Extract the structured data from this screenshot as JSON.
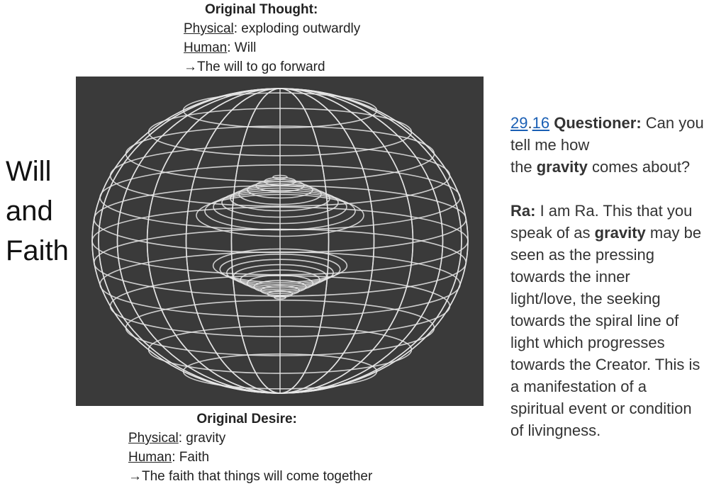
{
  "top_caption": {
    "title": "Original Thought:",
    "physical_label": "Physical",
    "physical_text": ": exploding outwardly",
    "human_label": "Human",
    "human_text": ": Will",
    "arrow": "→",
    "line3": "The will to go forward"
  },
  "bottom_caption": {
    "title": "Original Desire:",
    "physical_label": "Physical",
    "physical_text": ": gravity",
    "human_label": "Human",
    "human_text": ": Faith",
    "arrow": "→",
    "line3": "The faith that things will come together"
  },
  "side_title": [
    "Will",
    "and",
    "Faith"
  ],
  "quote": {
    "link1": "29",
    "dot": ".",
    "link2": "16",
    "questioner": " Questioner:",
    "q1": " Can you",
    "q2": "tell me how",
    "q3a": "the ",
    "q3b": "gravity",
    "q3c": " comes about?",
    "ra": "Ra:",
    "r1": " I am Ra. This that you",
    "r2a": "speak of as ",
    "r2b": "gravity",
    "r2c": " may be",
    "lines": [
      "seen as the pressing",
      "towards the inner",
      "light/love, the seeking",
      "towards the spiral line of",
      "light which progresses",
      "towards the Creator. This is",
      "a manifestation of a",
      "spiritual event or condition",
      "of livingness."
    ]
  },
  "colors": {
    "link": "#1a5fb4",
    "image_bg": "#3a3a3a"
  }
}
